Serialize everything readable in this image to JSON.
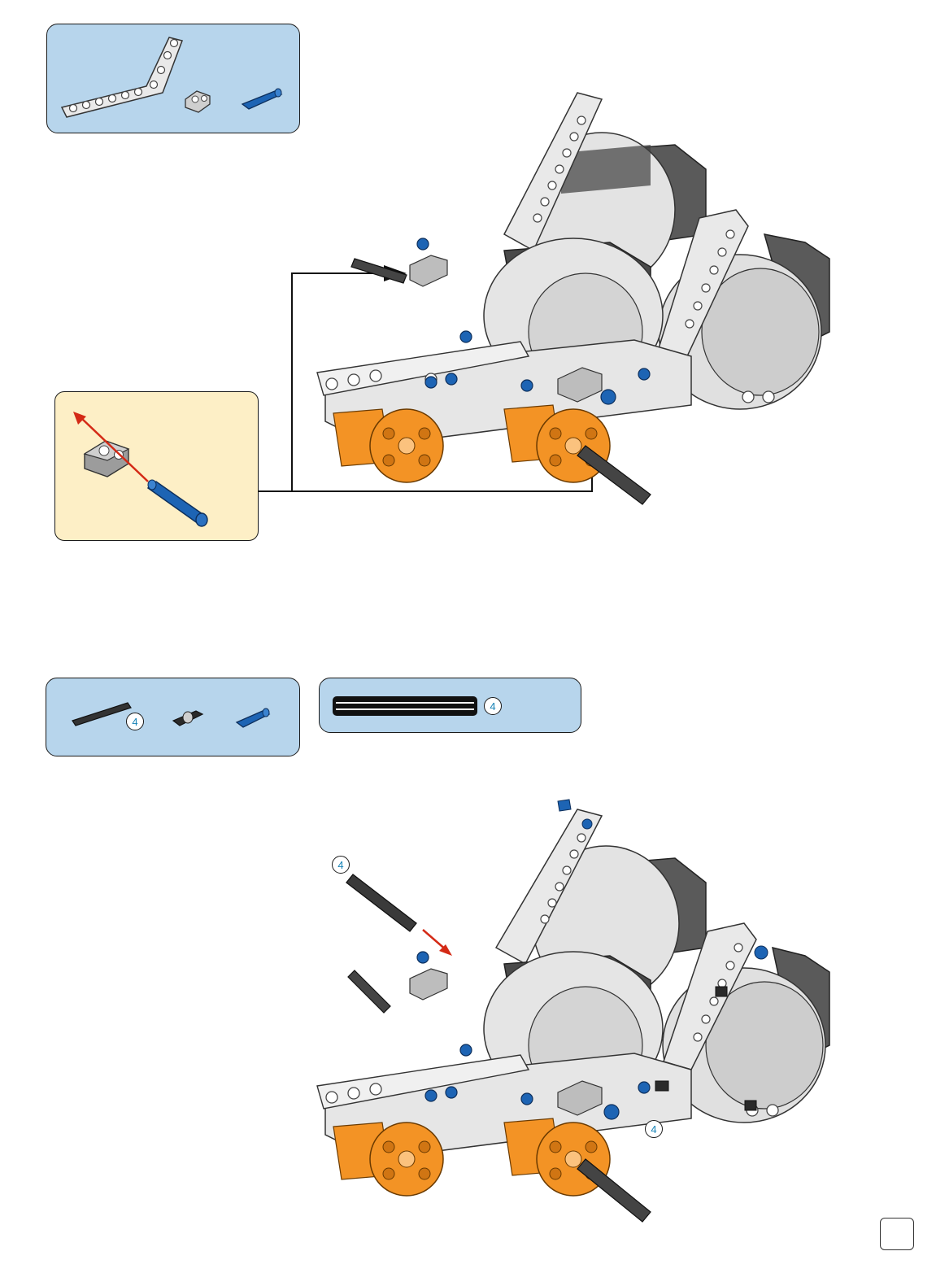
{
  "step1": {
    "parts": [
      {
        "icon": "bent-liftarm-icon",
        "qty": ""
      },
      {
        "icon": "cross-block-icon",
        "qty": ""
      },
      {
        "icon": "blue-axle-pin-icon",
        "qty": ""
      }
    ],
    "callout_parts": [
      "cross-block-icon",
      "blue-axle-pin-icon"
    ]
  },
  "step2": {
    "parts": [
      {
        "icon": "black-axle-icon",
        "qty": "4"
      },
      {
        "icon": "black-connector-icon",
        "qty": ""
      },
      {
        "icon": "blue-axle-pin-icon",
        "qty": ""
      }
    ],
    "axle_gauge": {
      "icon": "axle-length-guide-icon",
      "qty": "4"
    },
    "model_labels": [
      "4",
      "4"
    ]
  },
  "page_number": "",
  "colors": {
    "parts_box": "#b7d5ec",
    "callout_box": "#fdefc6",
    "motor_grey": "#dedede",
    "dark_grey": "#5a5a5a",
    "orange": "#f39325",
    "blue": "#1d64b4",
    "arrow_red": "#d42a16"
  }
}
